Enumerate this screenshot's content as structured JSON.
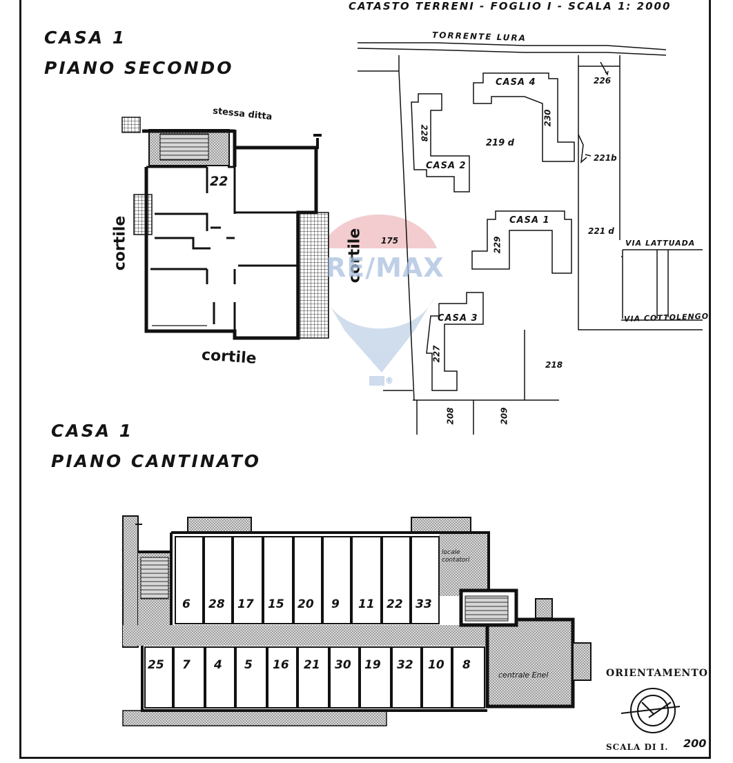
{
  "header": {
    "cadastre_caption": "CATASTO TERRENI - FOGLIO I - SCALA 1: 2000"
  },
  "casa1_second_floor": {
    "title": "CASA 1",
    "subtitle": "PIANO SECONDO",
    "label_top": "stessa ditta",
    "unit_number": "22",
    "label_left": "cortile",
    "label_right": "cortile",
    "label_bottom": "cortile"
  },
  "site_map": {
    "river": "TORRENTE LURA",
    "houses": [
      "CASA 4",
      "CASA 2",
      "CASA 1",
      "CASA 3"
    ],
    "parcels": [
      "226",
      "230",
      "228",
      "219 d",
      "221b",
      "229",
      "221 d",
      "175",
      "227",
      "218",
      "208",
      "209"
    ],
    "streets": [
      "VIA LATTUADA",
      "VIA COTTOLENGO"
    ]
  },
  "watermark": {
    "brand": "RE/MAX",
    "registered": "®"
  },
  "casa1_basement": {
    "title": "CASA 1",
    "subtitle": "PIANO CANTINATO",
    "top_row_cellars": [
      "6",
      "28",
      "17",
      "15",
      "20",
      "9",
      "11",
      "22",
      "33"
    ],
    "bottom_row_cellars": [
      "25",
      "7",
      "4",
      "5",
      "16",
      "21",
      "30",
      "19",
      "32",
      "10",
      "8"
    ],
    "meter_room": "locale contatori",
    "power_room": "centrale Enel"
  },
  "orientation": {
    "label": "ORIENTAMENTO",
    "scale_label": "SCALA DI I.",
    "scale_value": "200"
  },
  "colors": {
    "ink": "#141414",
    "hatch": "#8a8a8a",
    "watermark_red": "#e8a3a6",
    "watermark_blue": "#a9c1df"
  }
}
